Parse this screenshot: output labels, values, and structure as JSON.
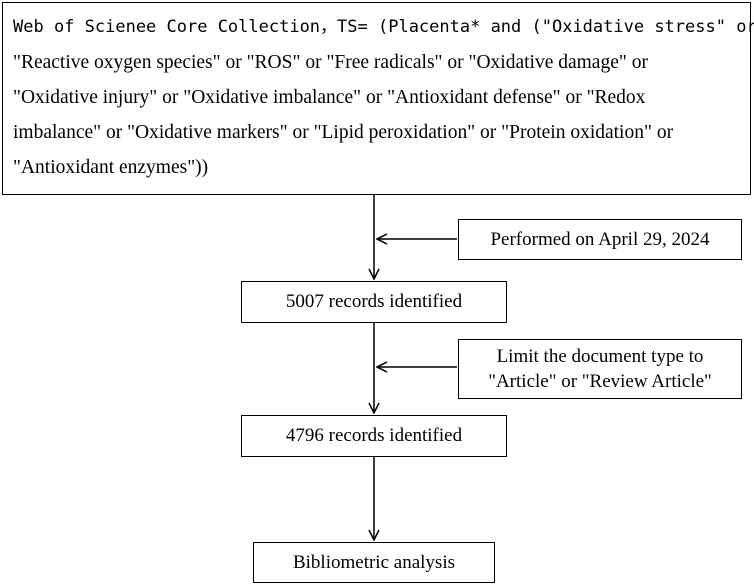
{
  "query": {
    "lines": [
      "Web of Scienee Core Collection，TS= (Placenta* and (\"Oxidative stress\" or",
      "\"Reactive oxygen species\" or \"ROS\" or \"Free radicals\" or \"Oxidative damage\" or",
      "\"Oxidative injury\" or \"Oxidative imbalance\" or \"Antioxidant defense\" or \"Redox",
      "imbalance\" or \"Oxidative markers\" or \"Lipid peroxidation\" or \"Protein oxidation\" or",
      "\"Antioxidant enzymes\"))"
    ]
  },
  "notes": {
    "date": "Performed on April 29, 2024",
    "limit_line1": "Limit the document type to",
    "limit_line2": "\"Article\" or \"Review Article\""
  },
  "steps": {
    "identified_initial": "5007 records identified",
    "identified_filtered": "4796 records identified",
    "analysis": "Bibliometric analysis"
  },
  "colors": {
    "stroke": "#000000",
    "background": "#ffffff"
  }
}
